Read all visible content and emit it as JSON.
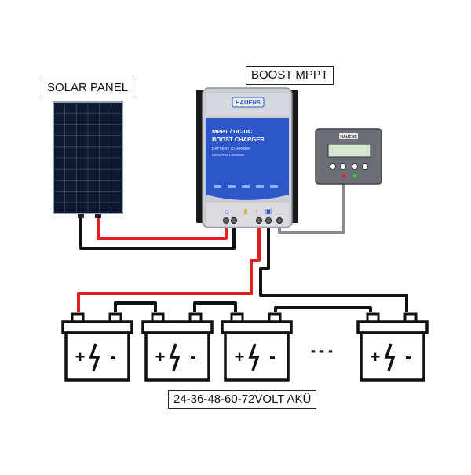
{
  "labels": {
    "solar_panel": "SOLAR PANEL",
    "boost_mppt": "BOOST MPPT",
    "battery_bank": "24-36-48-60-72VOLT AKÜ"
  },
  "controller": {
    "brand": "HAUENS",
    "line1": "MPPT / DC-DC",
    "line2": "BOOST CHARGER",
    "line3": "BATTERY CHARGER",
    "line4": "BOOST CHARGING"
  },
  "remote_display": {
    "brand": "HAUENS"
  },
  "battery": {
    "plus": "+",
    "minus": "-",
    "count_shown": 4,
    "ellipsis": "- - -"
  },
  "colors": {
    "positive_wire": "#e02020",
    "negative_wire": "#111111",
    "comm_wire": "#888888",
    "controller_blue": "#2d56c8",
    "controller_body": "#c9ccd3"
  }
}
